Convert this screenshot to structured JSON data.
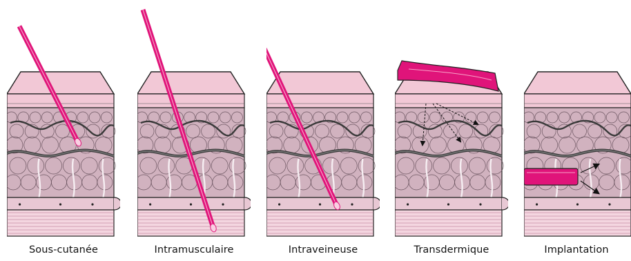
{
  "diagram": {
    "colors": {
      "skin_surface": "#f2c8d6",
      "tissue": "#d1b2bf",
      "tissue_line": "#3a3a3a",
      "needle": "#e0147a",
      "patch": "#e0147a"
    },
    "panels": [
      {
        "id": "sous-cutanee",
        "label": "Sous-cutanée",
        "device": "needle"
      },
      {
        "id": "intramusculaire",
        "label": "Intramusculaire",
        "device": "needle"
      },
      {
        "id": "intraveineuse",
        "label": "Intraveineuse",
        "device": "needle"
      },
      {
        "id": "transdermique",
        "label": "Transdermique",
        "device": "patch"
      },
      {
        "id": "implantation",
        "label": "Implantation",
        "device": "implant"
      }
    ]
  }
}
